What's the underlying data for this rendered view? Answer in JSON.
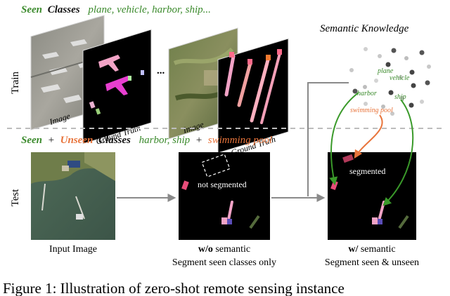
{
  "header": {
    "seen": "Seen",
    "classes": "Classes",
    "seen_list": "plane, vehicle, harbor, ship..."
  },
  "train": {
    "row_label": "Train",
    "image_label": "Image",
    "gt_label": "Ground Truth",
    "ellipsis": "...",
    "sk_title": "Semantic Knowledge",
    "words": {
      "plane": "plane",
      "vehicle": "vehicle",
      "harbor": "harbor",
      "ship": "ship",
      "swimming_pool": "swimming pool"
    }
  },
  "unseen_header": {
    "seen": "Seen",
    "plus": "+",
    "unseen": "Unseen",
    "classes": "Classes",
    "list_seen": "harbor, ship",
    "list_plus": "+",
    "list_unseen": "swimming pool"
  },
  "test": {
    "row_label": "Test",
    "input_caption": "Input Image",
    "wo_bold": "w/o",
    "wo_rest": " semantic",
    "wo_line2": "Segment seen classes only",
    "w_bold": "w/",
    "w_rest": " semantic",
    "w_line2": "Segment seen & unseen",
    "not_segmented": "not segmented",
    "segmented": "segmented"
  },
  "caption": "Figure 1: Illustration of zero-shot remote sensing instance",
  "colors": {
    "seen_green": "#3b8a2c",
    "unseen_orange": "#e8743b",
    "arrow_gray": "#8a8a8a",
    "dash_gray": "#bdbdbd",
    "mask_pink": "#f2a3c6",
    "mask_magenta": "#e83fd0"
  }
}
